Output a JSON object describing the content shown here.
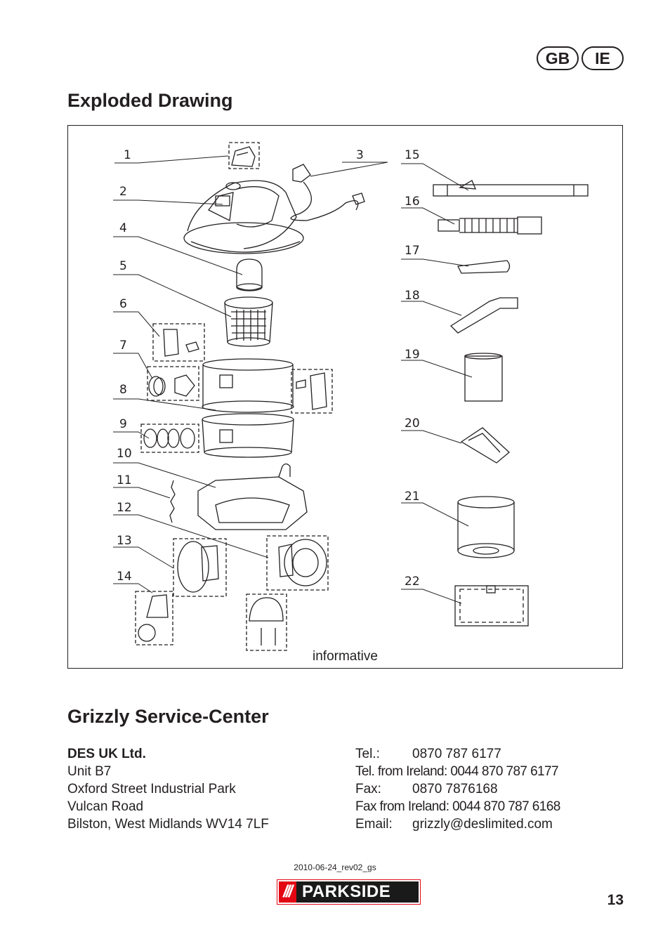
{
  "badges": [
    "GB",
    "IE"
  ],
  "section1_title": "Exploded Drawing",
  "drawing": {
    "part_numbers": [
      "1",
      "2",
      "3",
      "4",
      "5",
      "6",
      "7",
      "8",
      "9",
      "10",
      "11",
      "12",
      "13",
      "14",
      "15",
      "16",
      "17",
      "18",
      "19",
      "20",
      "21",
      "22"
    ],
    "note": "informative"
  },
  "section2_title": "Grizzly Service-Center",
  "address": {
    "company": "DES UK Ltd.",
    "lines": [
      "Unit B7",
      "Oxford Street Industrial Park",
      "Vulcan Road",
      "Bilston, West Midlands WV14 7LF"
    ]
  },
  "contact": {
    "tel_label": "Tel.:",
    "tel": "0870 787 6177",
    "tel_ireland": "Tel. from Ireland: 0044 870 787 6177",
    "fax_label": "Fax:",
    "fax": "0870 7876168",
    "fax_ireland": "Fax from Ireland: 0044 870 787 6168",
    "email_label": "Email:",
    "email": "grizzly@deslimited.com"
  },
  "revision": "2010-06-24_rev02_gs",
  "logo": {
    "slashes": "///",
    "brand": "PARKSIDE",
    "color": "#e30613"
  },
  "page_number": "13"
}
